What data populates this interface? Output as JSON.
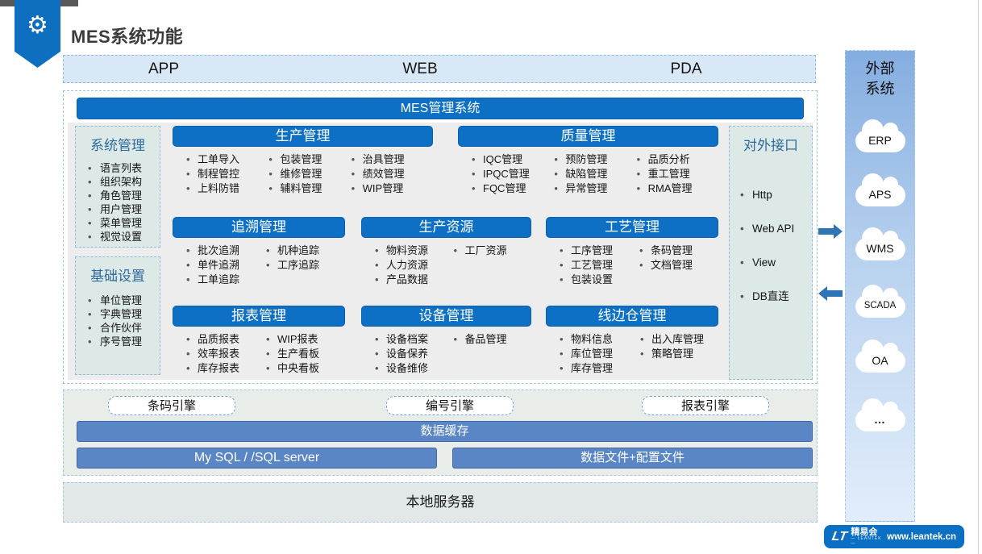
{
  "header": {
    "title": "MES系统功能"
  },
  "channels": [
    "APP",
    "WEB",
    "PDA"
  ],
  "mes_system": {
    "title": "MES管理系统"
  },
  "side_modules": [
    {
      "title": "系统管理",
      "items": [
        "语言列表",
        "组织架构",
        "角色管理",
        "用户管理",
        "菜单管理",
        "视觉设置"
      ]
    },
    {
      "title": "基础设置",
      "items": [
        "单位管理",
        "字典管理",
        "合作伙伴",
        "序号管理"
      ]
    }
  ],
  "modules": [
    {
      "title": "生产管理",
      "columns": [
        [
          "工单导入",
          "制程管控",
          "上料防错"
        ],
        [
          "包装管理",
          "维修管理",
          "辅料管理"
        ],
        [
          "治具管理",
          "绩效管理",
          "WIP管理"
        ]
      ]
    },
    {
      "title": "质量管理",
      "columns": [
        [
          "IQC管理",
          "IPQC管理",
          "FQC管理"
        ],
        [
          "预防管理",
          "缺陷管理",
          "异常管理"
        ],
        [
          "品质分析",
          "重工管理",
          "RMA管理"
        ]
      ]
    },
    {
      "title": "追溯管理",
      "columns": [
        [
          "批次追溯",
          "单件追溯",
          "工单追踪"
        ],
        [
          "机种追踪",
          "工序追踪"
        ]
      ]
    },
    {
      "title": "生产资源",
      "columns": [
        [
          "物料资源",
          "人力资源",
          "产品数据"
        ],
        [
          "工厂资源"
        ]
      ]
    },
    {
      "title": "工艺管理",
      "columns": [
        [
          "工序管理",
          "工艺管理",
          "包装设置"
        ],
        [
          "条码管理",
          "文档管理"
        ]
      ]
    },
    {
      "title": "报表管理",
      "columns": [
        [
          "品质报表",
          "效率报表",
          "库存报表"
        ],
        [
          "WIP报表",
          "生产看板",
          "中央看板"
        ]
      ]
    },
    {
      "title": "设备管理",
      "columns": [
        [
          "设备档案",
          "设备保养",
          "设备维修"
        ],
        [
          "备品管理"
        ]
      ]
    },
    {
      "title": "线边仓管理",
      "columns": [
        [
          "物料信息",
          "库位管理",
          "库存管理"
        ],
        [
          "出入库管理",
          "策略管理"
        ]
      ]
    }
  ],
  "interface_panel": {
    "title": "对外接口",
    "items": [
      "Http",
      "Web API",
      "View",
      "DB直连"
    ]
  },
  "external_systems": {
    "title_lines": [
      "外部",
      "系统"
    ],
    "clouds": [
      "ERP",
      "APS",
      "WMS",
      "SCADA",
      "OA",
      "…"
    ]
  },
  "engines": [
    "条码引擎",
    "编号引擎",
    "报表引擎"
  ],
  "data_layer": {
    "cache": "数据缓存",
    "database": "My SQL / /SQL server",
    "files": "数据文件+配置文件"
  },
  "server": {
    "label": "本地服务器"
  },
  "footer": {
    "logo_text": "LT",
    "brand": "精易会",
    "brand_sub": "— LEANTEK —",
    "url": "www.leantek.cn"
  },
  "icons": {
    "gear": "⚙"
  },
  "colors": {
    "primary_blue": "#0d70c4",
    "soft_blue": "#5a86c6",
    "arrow_blue": "#2e75b6",
    "banner_blue": "#d9e8f6",
    "side_teal": "#dce9e6"
  }
}
